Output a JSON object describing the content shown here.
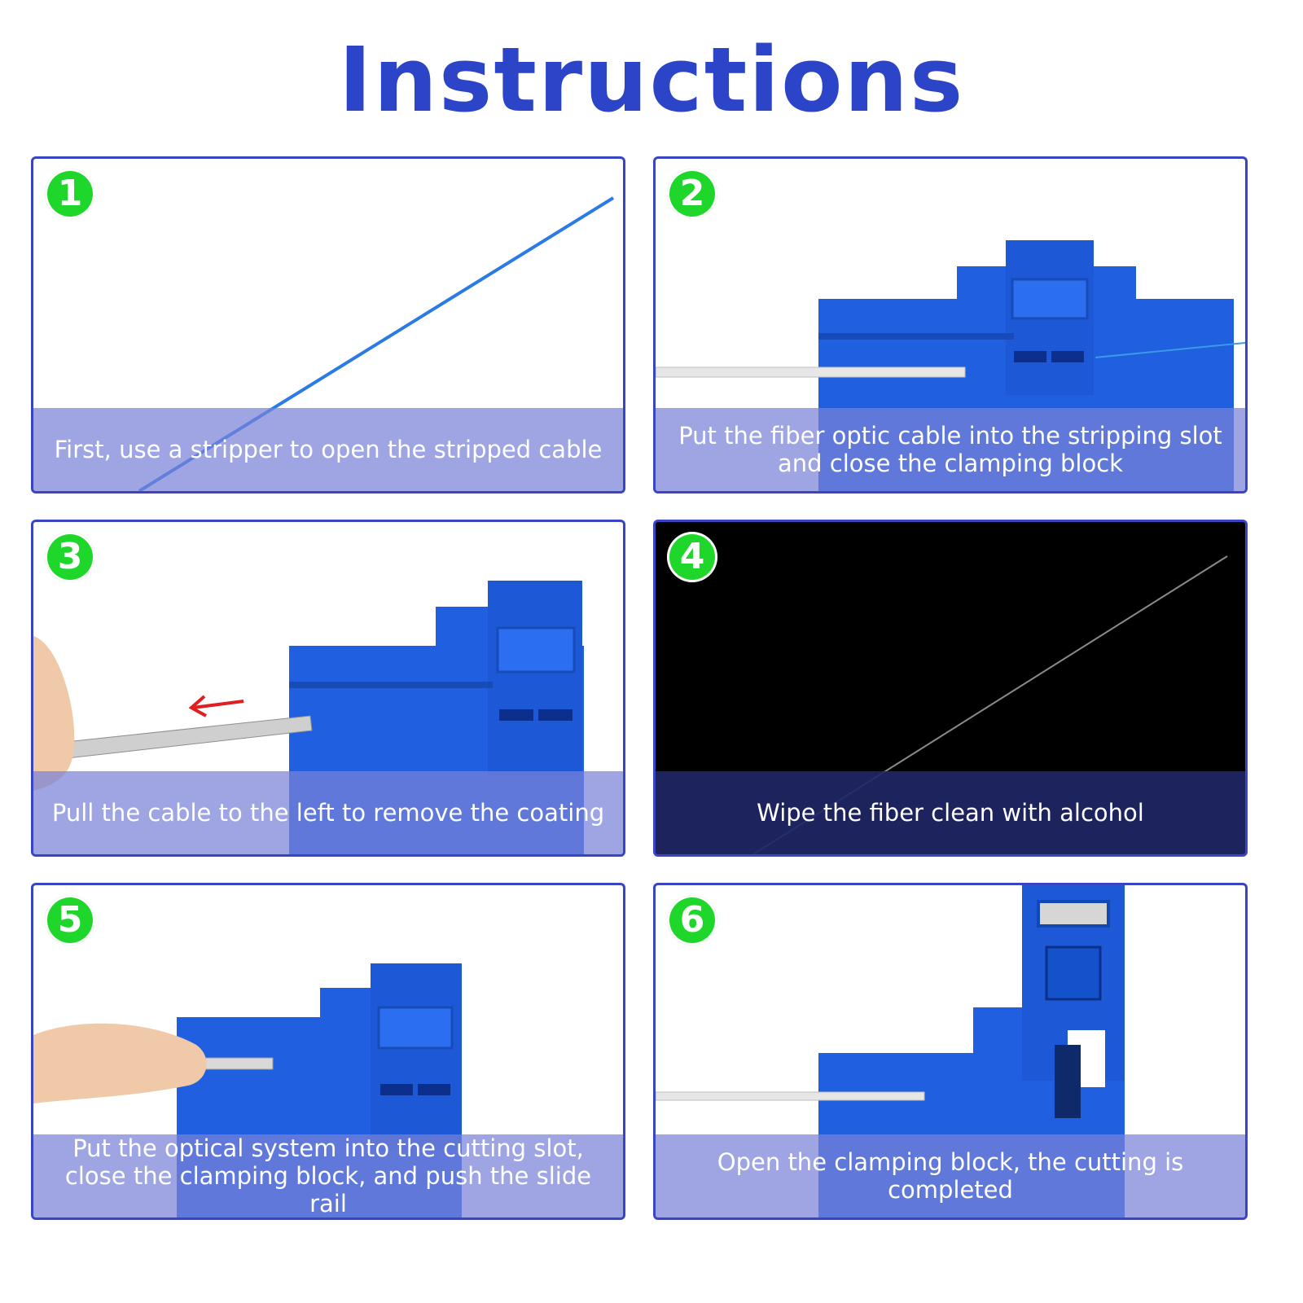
{
  "title": "Instructions",
  "colors": {
    "title": "#2b44c8",
    "panel_border": "#3a45c4",
    "badge": "#1fd62a",
    "tool_blue": "#1f5fe0",
    "caption_overlay": "#7882d7"
  },
  "steps": [
    {
      "number": "1",
      "caption": "First, use a stripper to open the stripped cable",
      "image": "blue-fiber-cable"
    },
    {
      "number": "2",
      "caption": "Put the fiber optic cable into the stripping slot and close the clamping block",
      "image": "fiber-stripper-tool"
    },
    {
      "number": "3",
      "caption": "Pull the cable to the left to remove the coating",
      "image": "pulling-cable-tool"
    },
    {
      "number": "4",
      "caption": "Wipe the fiber clean with alcohol",
      "image": "bare-fiber-dark"
    },
    {
      "number": "5",
      "caption": "Put the optical system into the cutting slot, close the clamping block, and push the slide rail",
      "image": "pushing-slide-rail"
    },
    {
      "number": "6",
      "caption": "Open the clamping block, the cutting is completed",
      "image": "open-clamping-block"
    }
  ]
}
